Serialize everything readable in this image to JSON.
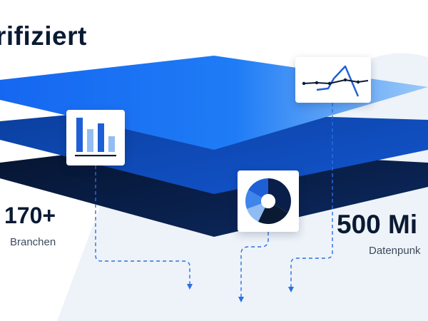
{
  "header": {
    "title": "rifiziert"
  },
  "stats": [
    {
      "value": "170+",
      "label": "Branchen"
    },
    {
      "value": "500 Mi",
      "label": "Datenpunk"
    }
  ],
  "icons": {
    "bar_card": "bar-chart-icon",
    "donut_card": "donut-chart-icon",
    "line_card": "line-chart-icon",
    "arrows": "arrow-down-icon"
  },
  "colors": {
    "title_text": "#0a1a33",
    "label_text": "#3d4a5c",
    "layer_top": "#1a6ef5",
    "layer_top_light": "#5aa9f7",
    "layer_middle": "#0d47b8",
    "layer_bottom": "#0a1e4a",
    "chart_blue": "#1e5fd6",
    "chart_light": "#92bdf3",
    "arrow_blue": "#2a6fe0",
    "floor": "#eef3f9"
  }
}
